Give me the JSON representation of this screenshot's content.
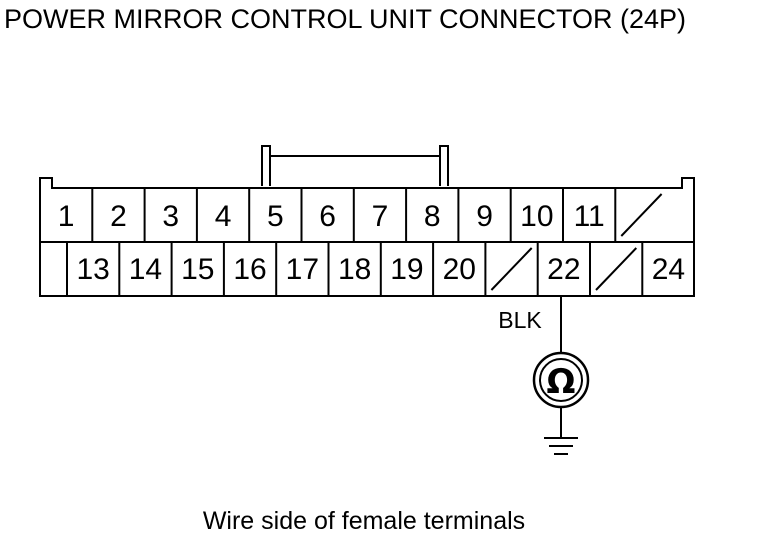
{
  "title": "POWER MIRROR CONTROL UNIT CONNECTOR (24P)",
  "caption": "Wire side of female terminals",
  "wire_color": "BLK",
  "meter_symbol": "Ω",
  "row1": [
    {
      "label": "1"
    },
    {
      "label": "2"
    },
    {
      "label": "3"
    },
    {
      "label": "4"
    },
    {
      "label": "5"
    },
    {
      "label": "6"
    },
    {
      "label": "7"
    },
    {
      "label": "8"
    },
    {
      "label": "9"
    },
    {
      "label": "10"
    },
    {
      "label": "11"
    },
    {
      "label": "",
      "blocked": true
    }
  ],
  "row2": [
    {
      "label": "13"
    },
    {
      "label": "14"
    },
    {
      "label": "15"
    },
    {
      "label": "16"
    },
    {
      "label": "17"
    },
    {
      "label": "18"
    },
    {
      "label": "19"
    },
    {
      "label": "20"
    },
    {
      "label": "",
      "blocked": true
    },
    {
      "label": "22"
    },
    {
      "label": "",
      "blocked": true
    },
    {
      "label": "24"
    }
  ],
  "test_pin": "22",
  "ground_icon": "ground-symbol-icon"
}
